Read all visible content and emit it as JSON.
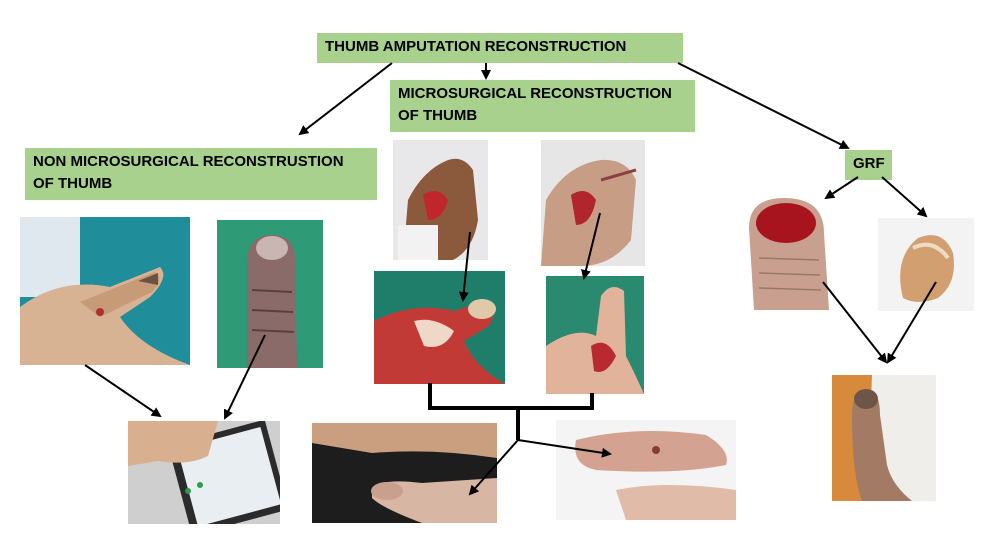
{
  "labels": {
    "root": "THUMB AMPUTATION RECONSTRUCTION",
    "microsurgical": "MICROSURGICAL RECONSTRUCTION OF THUMB",
    "non_microsurgical": "NON MICROSURGICAL RECONSTRUSTION OF THUMB",
    "grf": "GRF"
  },
  "colors": {
    "label_fill": "#a9d18e",
    "arrow": "#000000"
  }
}
